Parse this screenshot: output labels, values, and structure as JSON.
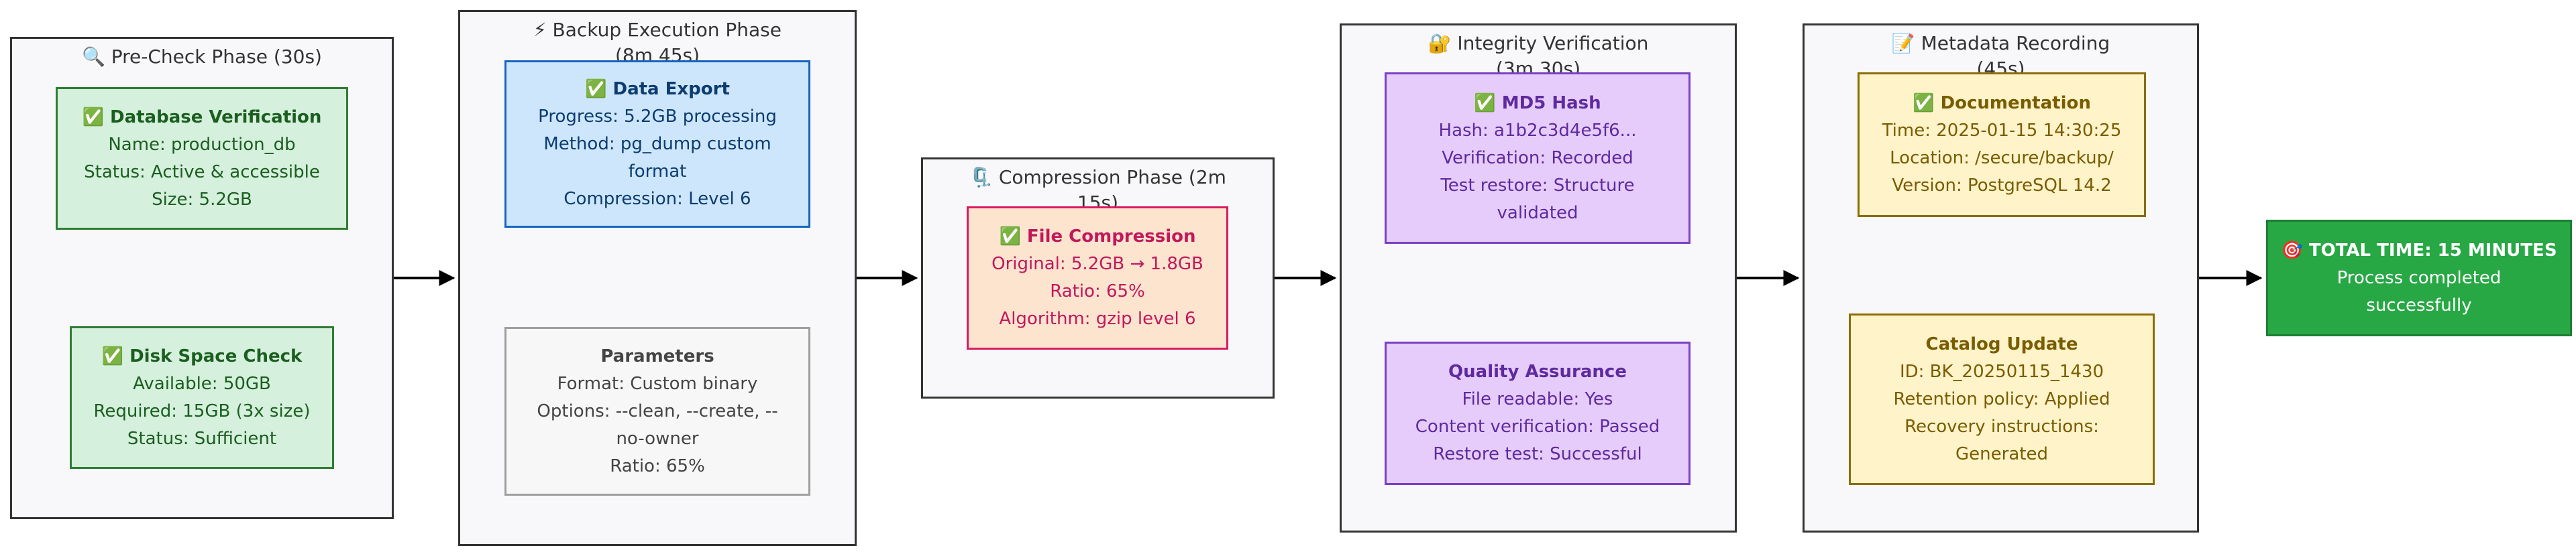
{
  "phases": {
    "precheck": {
      "title": "🔍 Pre-Check Phase (30s)",
      "db_verification": {
        "title": "✅ Database Verification",
        "lines": [
          "Name: production_db",
          "Status: Active & accessible",
          "Size: 5.2GB"
        ]
      },
      "disk_space": {
        "title": "✅ Disk Space Check",
        "lines": [
          "Available: 50GB",
          "Required: 15GB (3x size)",
          "Status: Sufficient"
        ]
      }
    },
    "backup": {
      "title_line1": "⚡ Backup Execution Phase",
      "title_line2": "(8m 45s)",
      "data_export": {
        "title": "✅ Data Export",
        "lines": [
          "Progress: 5.2GB processing",
          "Method: pg_dump custom",
          "format",
          "Compression: Level 6"
        ]
      },
      "parameters": {
        "title": "Parameters",
        "lines": [
          "Format: Custom binary",
          "Options: --clean, --create, --",
          "no-owner",
          "Ratio: 65%"
        ]
      }
    },
    "compression": {
      "title_line1": "🗜️ Compression Phase (2m",
      "title_line2": "15s)",
      "file_compression": {
        "title": "✅ File Compression",
        "lines": [
          "Original: 5.2GB → 1.8GB",
          "Ratio: 65%",
          "Algorithm: gzip level 6"
        ]
      }
    },
    "integrity": {
      "title_line1": "🔐 Integrity Verification",
      "title_line2": "(3m 30s)",
      "md5": {
        "title": "✅ MD5 Hash",
        "lines": [
          "Hash: a1b2c3d4e5f6...",
          "Verification: Recorded",
          "Test restore: Structure",
          "validated"
        ]
      },
      "qa": {
        "title": "Quality Assurance",
        "lines": [
          "File readable: Yes",
          "Content verification: Passed",
          "Restore test: Successful"
        ]
      }
    },
    "metadata": {
      "title_line1": "📝 Metadata Recording",
      "title_line2": "(45s)",
      "documentation": {
        "title": "✅ Documentation",
        "lines": [
          "Time: 2025-01-15 14:30:25",
          "Location: /secure/backup/",
          "Version: PostgreSQL 14.2"
        ]
      },
      "catalog": {
        "title": "Catalog Update",
        "lines": [
          "ID: BK_20250115_1430",
          "Retention policy: Applied",
          "Recovery instructions:",
          "Generated"
        ]
      }
    }
  },
  "total": {
    "title": "🎯 TOTAL TIME: 15 MINUTES",
    "lines": [
      "Process completed",
      "successfully"
    ]
  },
  "colors": {
    "success_green": "#27a844",
    "export_blue": "#1565c0",
    "compression_pink": "#d81b60",
    "integrity_purple": "#7b3fc4",
    "metadata_gold": "#8a6d00"
  }
}
